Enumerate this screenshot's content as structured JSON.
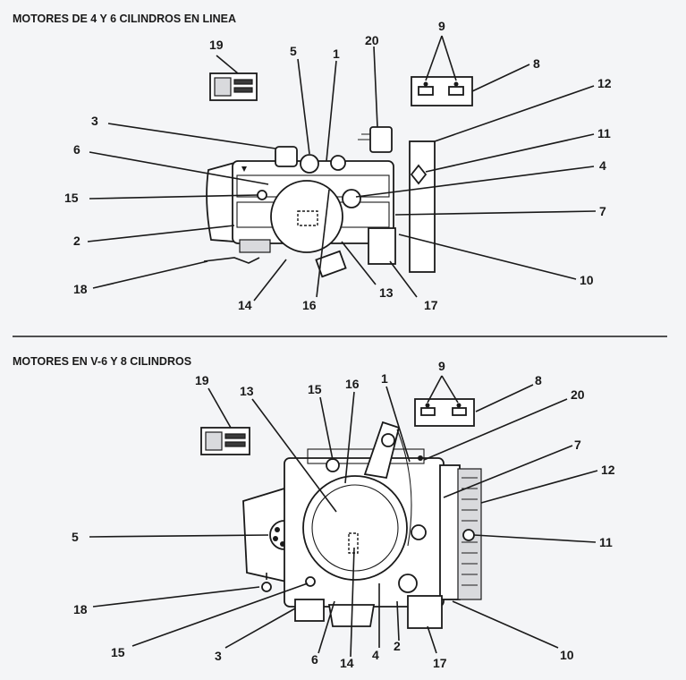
{
  "sections": {
    "inline": {
      "title": "MOTORES DE 4 Y 6 CILINDROS EN LINEA"
    },
    "v": {
      "title": "MOTORES EN V-6 Y 8 CILINDROS"
    }
  },
  "callouts_inline": [
    {
      "id": "n1",
      "label": "1"
    },
    {
      "id": "n2",
      "label": "2"
    },
    {
      "id": "n3",
      "label": "3"
    },
    {
      "id": "n4",
      "label": "4"
    },
    {
      "id": "n5",
      "label": "5"
    },
    {
      "id": "n6",
      "label": "6"
    },
    {
      "id": "n7",
      "label": "7"
    },
    {
      "id": "n8",
      "label": "8"
    },
    {
      "id": "n9",
      "label": "9"
    },
    {
      "id": "n10",
      "label": "10"
    },
    {
      "id": "n11",
      "label": "11"
    },
    {
      "id": "n12",
      "label": "12"
    },
    {
      "id": "n13",
      "label": "13"
    },
    {
      "id": "n14",
      "label": "14"
    },
    {
      "id": "n15",
      "label": "15"
    },
    {
      "id": "n16",
      "label": "16"
    },
    {
      "id": "n17",
      "label": "17"
    },
    {
      "id": "n18",
      "label": "18"
    },
    {
      "id": "n19",
      "label": "19"
    },
    {
      "id": "n20",
      "label": "20"
    }
  ],
  "callouts_v": [
    {
      "id": "n1",
      "label": "1"
    },
    {
      "id": "n2",
      "label": "2"
    },
    {
      "id": "n3",
      "label": "3"
    },
    {
      "id": "n4",
      "label": "4"
    },
    {
      "id": "n5",
      "label": "5"
    },
    {
      "id": "n6",
      "label": "6"
    },
    {
      "id": "n7",
      "label": "7"
    },
    {
      "id": "n8",
      "label": "8"
    },
    {
      "id": "n9",
      "label": "9"
    },
    {
      "id": "n10",
      "label": "10"
    },
    {
      "id": "n11",
      "label": "11"
    },
    {
      "id": "n12",
      "label": "12"
    },
    {
      "id": "n13",
      "label": "13"
    },
    {
      "id": "n14",
      "label": "14"
    },
    {
      "id": "n15a",
      "label": "15"
    },
    {
      "id": "n15b",
      "label": "15"
    },
    {
      "id": "n16",
      "label": "16"
    },
    {
      "id": "n17",
      "label": "17"
    },
    {
      "id": "n18",
      "label": "18"
    },
    {
      "id": "n19",
      "label": "19"
    },
    {
      "id": "n20",
      "label": "20"
    }
  ]
}
